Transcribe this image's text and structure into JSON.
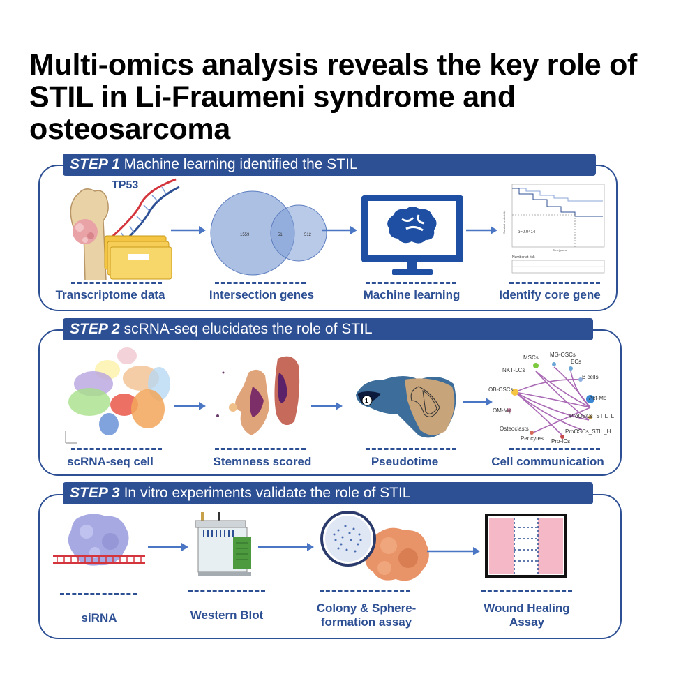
{
  "title": "Multi-omics analysis reveals the key role of STIL in Li-Fraumeni syndrome and osteosarcoma",
  "colors": {
    "accent": "#2d4f93",
    "text": "#000000"
  },
  "step1": {
    "step_label": "STEP 1",
    "banner_text": "Machine learning identified the STIL",
    "gene_label": "TP53",
    "venn": {
      "left": "1559",
      "overlap": "51",
      "right": "512"
    },
    "survival": {
      "pvalue": "p=0.0414",
      "risk_title": "Number at risk",
      "xlabel": "Time(years)",
      "ylabel": "Survival probability"
    },
    "items": [
      "Transcriptome data",
      "Intersection genes",
      "Machine learning",
      "Identify core gene"
    ]
  },
  "step2": {
    "step_label": "STEP 2",
    "banner_text": "scRNA-seq elucidates the role of STIL",
    "pseudotime_marker": "1",
    "network_nodes": [
      "MSCs",
      "MG-OSCs",
      "ECs",
      "NKT-LCs",
      "B cells",
      "OB-OSCs",
      "Act-Mo",
      "OM-Mφ",
      "ProOSCs_STIL_L",
      "Osteoclasts",
      "ProOSCs_STIL_H",
      "Pericytes",
      "Pro-ICs"
    ],
    "items": [
      "scRNA-seq cell",
      "Stemness scored",
      "Pseudotime",
      "Cell communication"
    ]
  },
  "step3": {
    "step_label": "STEP 3",
    "banner_text": "In vitro experiments validate the role of STIL",
    "items": [
      "siRNA",
      "Western Blot",
      "Colony & Sphere-formation assay",
      "Wound Healing Assay"
    ]
  }
}
